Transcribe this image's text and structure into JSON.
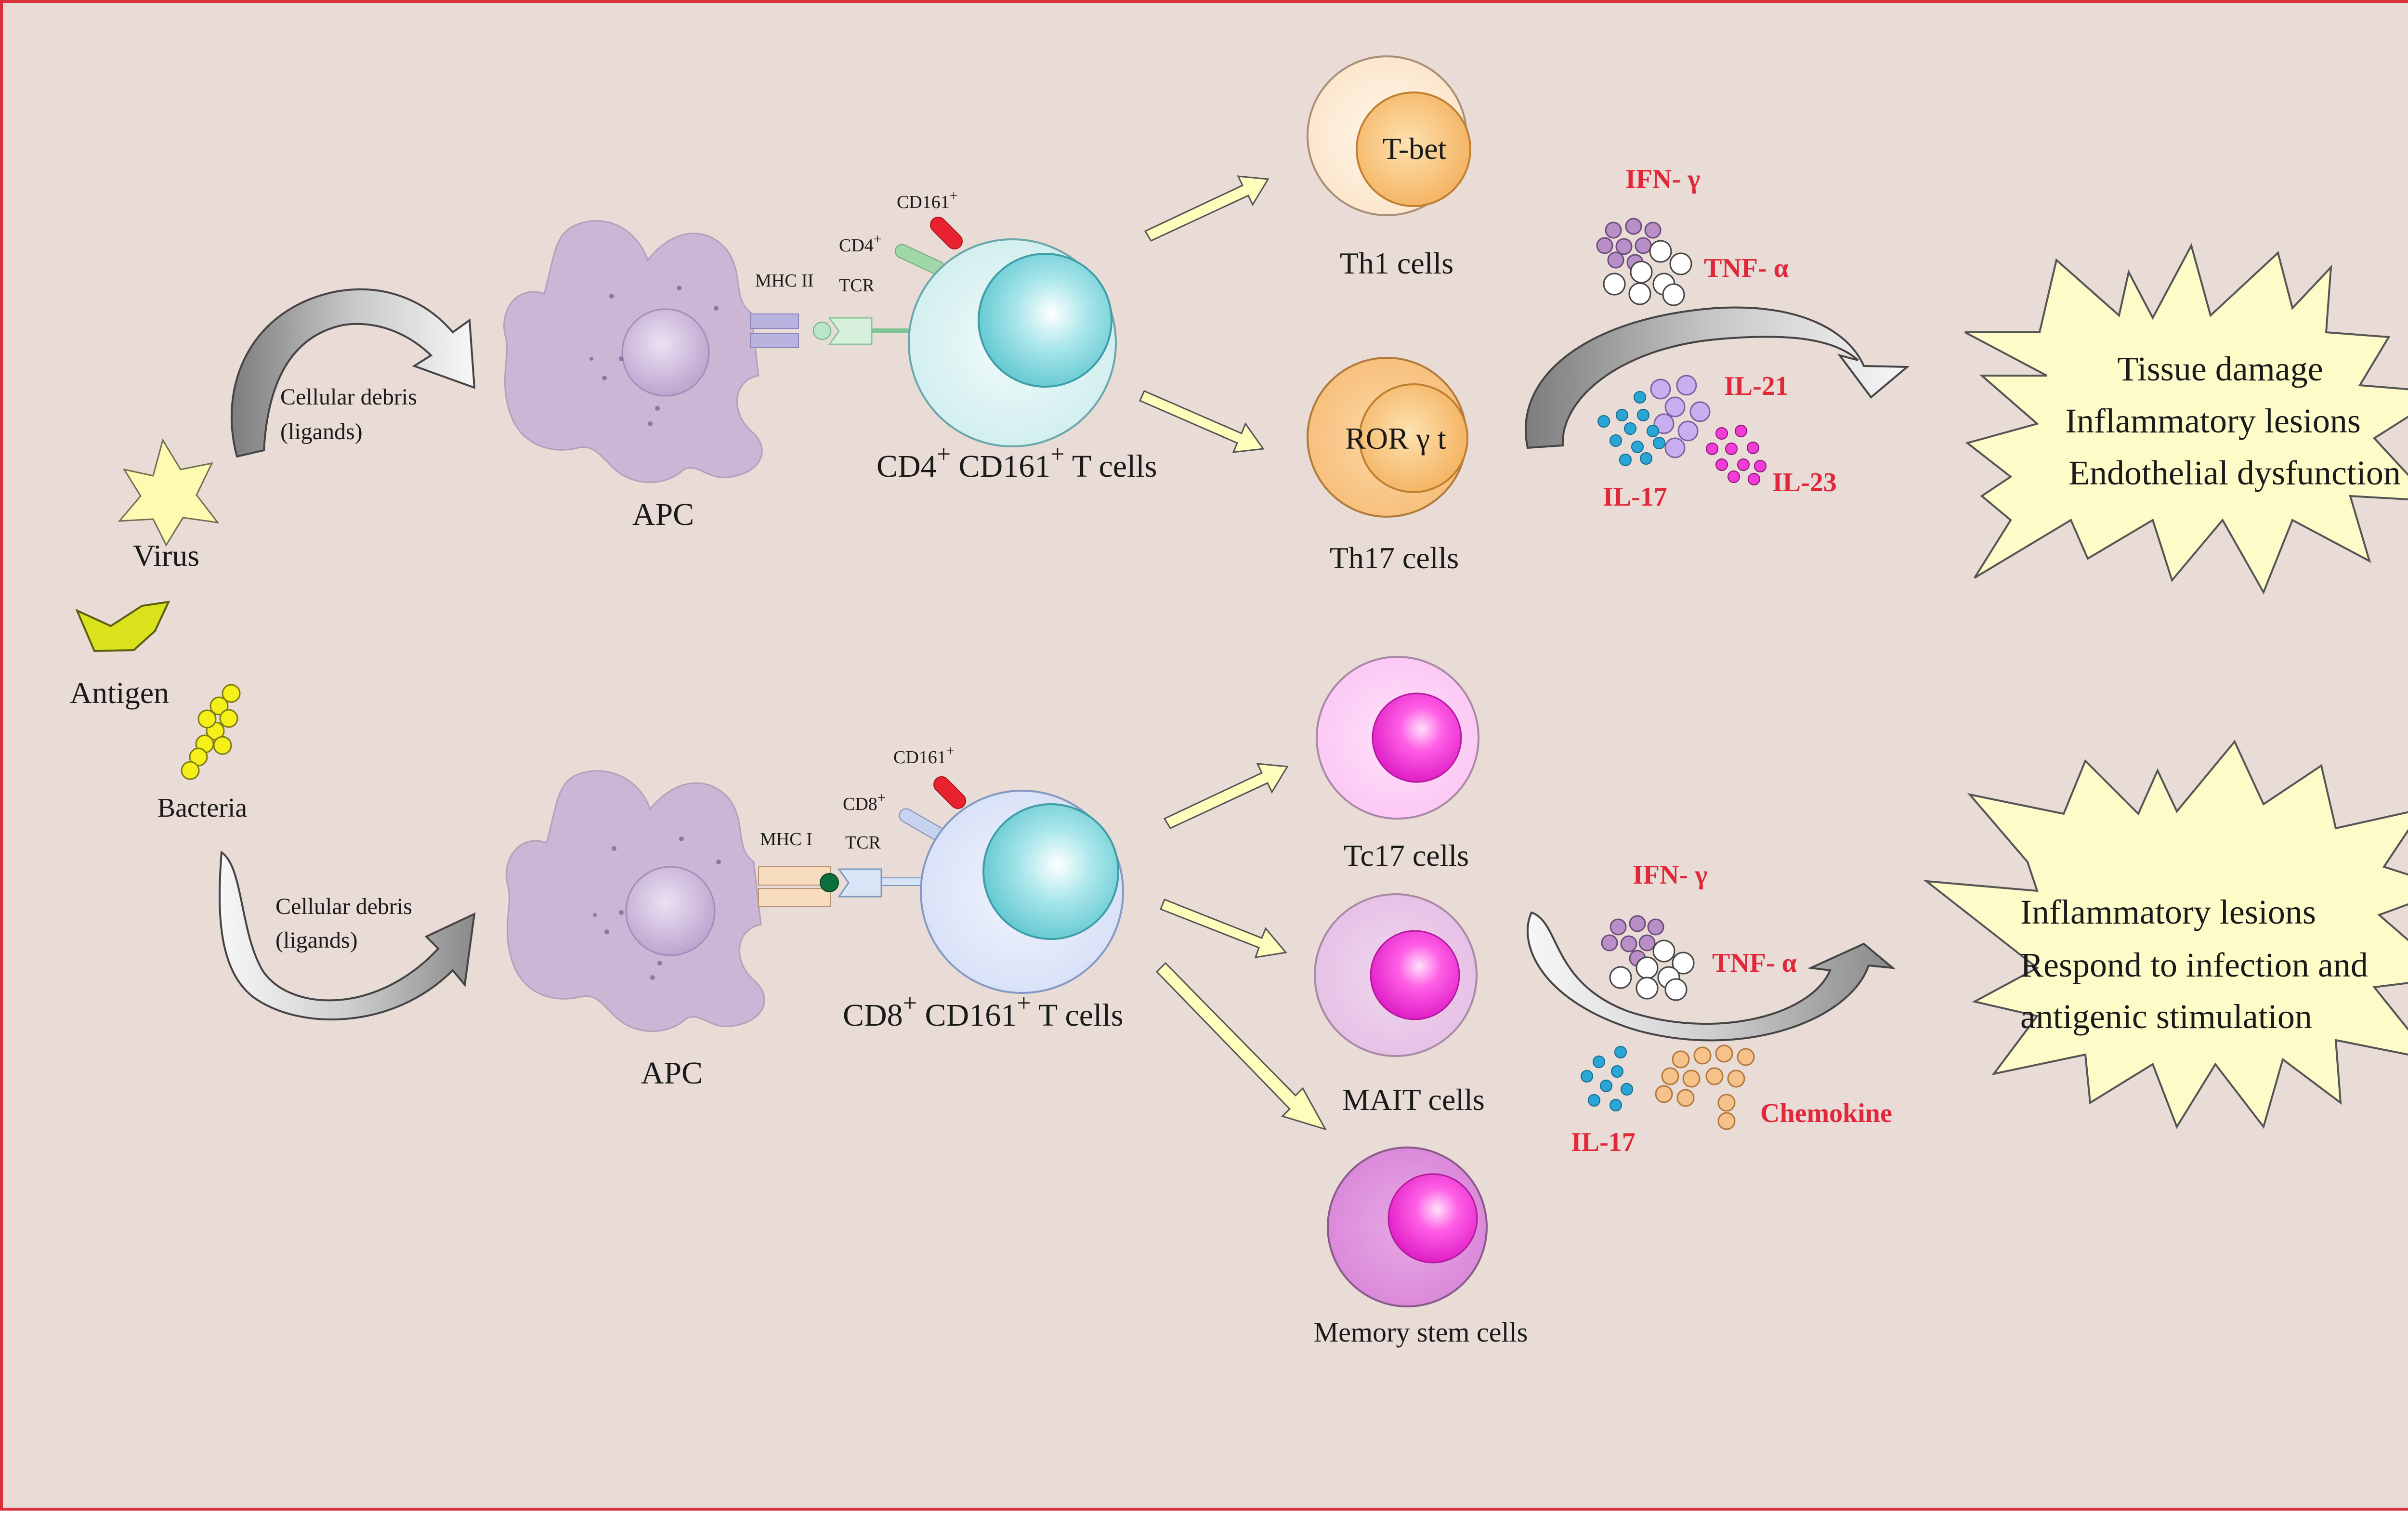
{
  "colors": {
    "background": "#e9dbd5",
    "border": "#d9303a",
    "apc": "#cbb6d6",
    "cytokine_text": "#e0283a",
    "arrow_fill": "#fffdbb",
    "burst_fill": "#fdfbc8"
  },
  "left": {
    "virus": "Virus",
    "antigen": "Antigen",
    "bacteria": "Bacteria"
  },
  "top": {
    "debris_line1": "Cellular debris",
    "debris_line2": "(ligands)",
    "apc": "APC",
    "mhc": "MHC II",
    "tcr": "TCR",
    "coreceptor": "CD4",
    "cd161": "CD161",
    "tcell_prefix": "CD4",
    "tcell_mid": " CD161",
    "tcell_suffix": " T cells",
    "th1_nucleus": "T-bet",
    "th1_label": "Th1 cells",
    "th17_nucleus": "ROR γ t",
    "th17_label": "Th17 cells",
    "cytokines": [
      "IFN- γ",
      "TNF- α",
      "IL-21",
      "IL-17",
      "IL-23"
    ],
    "outcomes": [
      "Tissue damage",
      "Inflammatory lesions",
      "Endothelial dysfunction"
    ]
  },
  "bottom": {
    "debris_line1": "Cellular debris",
    "debris_line2": "(ligands)",
    "apc": "APC",
    "mhc": "MHC I",
    "tcr": "TCR",
    "coreceptor": "CD8",
    "cd161": "CD161",
    "tcell_prefix": "CD8",
    "tcell_mid": " CD161",
    "tcell_suffix": " T cells",
    "tc17_label": "Tc17  cells",
    "mait_label": "MAIT cells",
    "memory_label": "Memory stem cells",
    "cytokines": [
      "IFN- γ",
      "TNF- α",
      "IL-17",
      "Chemokine"
    ],
    "outcomes": [
      "Inflammatory lesions",
      "Respond to infection and",
      "antigenic stimulation"
    ]
  },
  "superscript": "+"
}
